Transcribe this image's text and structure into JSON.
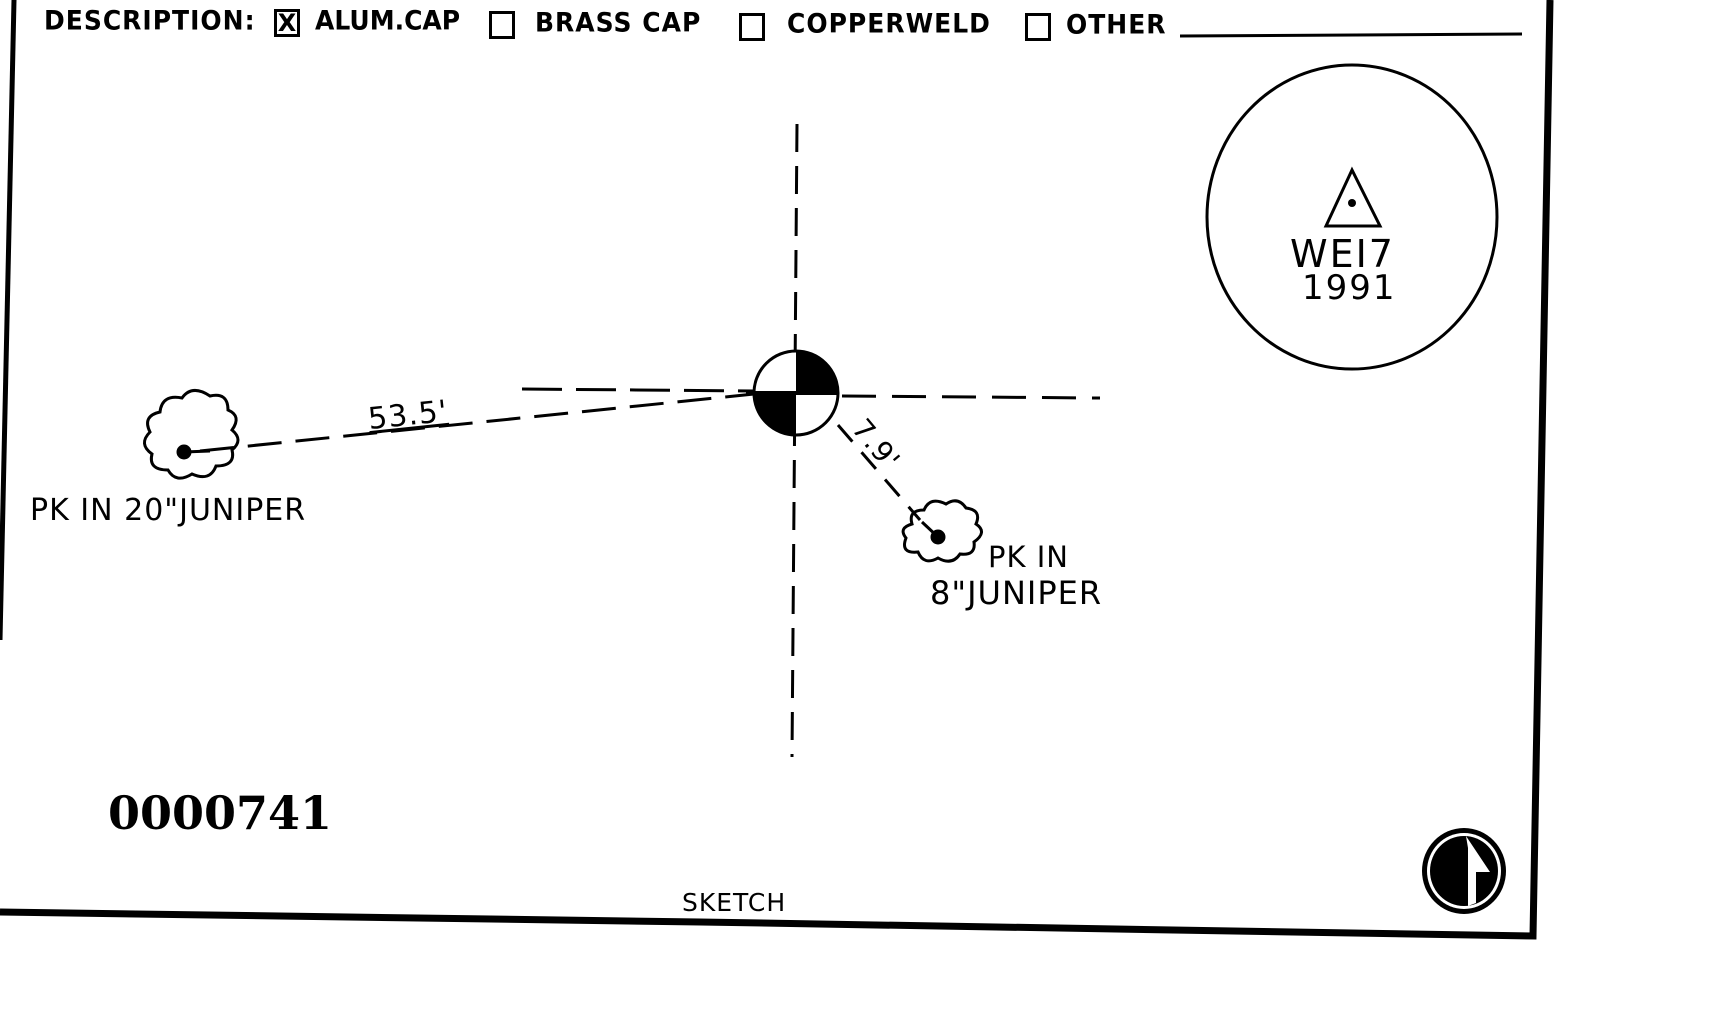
{
  "description": {
    "label": "DESCRIPTION:",
    "options": [
      {
        "label": "ALUM.CAP",
        "checked": true,
        "mark": "X"
      },
      {
        "label": "BRASS CAP",
        "checked": false,
        "mark": ""
      },
      {
        "label": "COPPERWELD",
        "checked": false,
        "mark": ""
      },
      {
        "label": "OTHER",
        "checked": false,
        "mark": ""
      }
    ],
    "other_value": ""
  },
  "sketch": {
    "label": "SKETCH",
    "mark_stamp": {
      "line1": "WEI7",
      "line2": "1991"
    },
    "references": [
      {
        "label": "PK IN 20\"JUNIPER",
        "distance": "53.5'"
      },
      {
        "label_line1": "PK IN",
        "label_line2": "8\"JUNIPER",
        "distance": "7.9'"
      }
    ],
    "document_number": "0000741",
    "north_arrow": "north-arrow-icon"
  }
}
